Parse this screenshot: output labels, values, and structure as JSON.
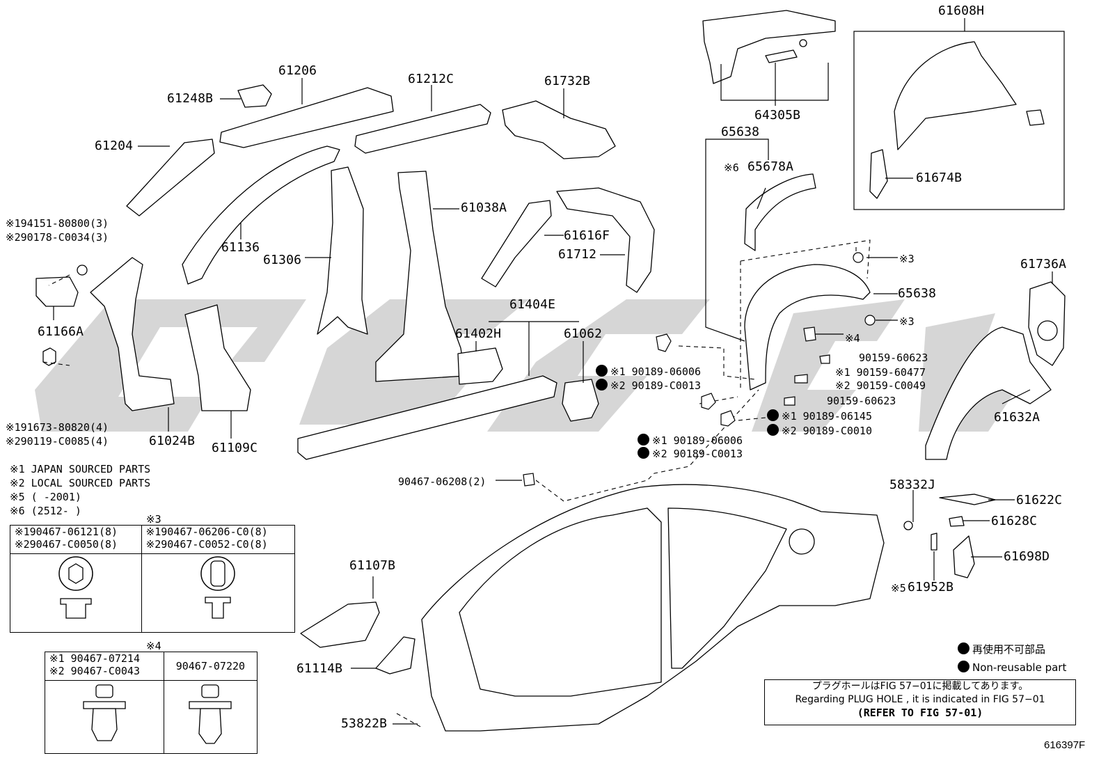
{
  "colors": {
    "line": "#000000",
    "watermark": "#cfcfcf",
    "background": "#ffffff"
  },
  "part_labels": {
    "p61206": "61206",
    "p61248B": "61248B",
    "p61212C": "61212C",
    "p61732B": "61732B",
    "p61204": "61204",
    "p61136": "61136",
    "p61306": "61306",
    "p61038A": "61038A",
    "p61616F": "61616F",
    "p61712": "61712",
    "p61166A": "61166A",
    "p61024B": "61024B",
    "p61109C": "61109C",
    "p61404E": "61404E",
    "p61402H": "61402H",
    "p61062": "61062",
    "p64305B": "64305B",
    "p65638_top": "65638",
    "p65678A": "65678A",
    "p65638": "65638",
    "p61608H": "61608H",
    "p61674B": "61674B",
    "p61736A": "61736A",
    "p61632A": "61632A",
    "p58332J": "58332J",
    "p61622C": "61622C",
    "p61628C": "61628C",
    "p61698D": "61698D",
    "p61952B": "61952B",
    "p61107B": "61107B",
    "p61114B": "61114B",
    "p53822B": "53822B"
  },
  "screw_notes": {
    "n1": "※194151-80800(3)",
    "n2": "※290178-C0034(3)",
    "n3": "※191673-80820(4)",
    "n4": "※290119-C0085(4)",
    "clip_bolt": "90467-06208(2)",
    "k65678A": "※6"
  },
  "fasteners": {
    "a1": "※1 90189-06006",
    "a2": "※2 90189-C0013",
    "b1": "※3",
    "b2": "※3",
    "b3": "※4",
    "c1": "90159-60623",
    "c2": "※1 90159-60477",
    "c3": "※2 90159-C0049",
    "c4": "90159-60623",
    "d1": "※1 90189-06145",
    "d2": "※2 90189-C0010",
    "e1": "※1 90189-06006",
    "e2": "※2 90189-C0013",
    "k61952B": "※5"
  },
  "notes": {
    "line1": "※1 JAPAN SOURCED PARTS",
    "line2": "※2 LOCAL SOURCED PARTS",
    "line3": "※5 (      -2001)",
    "line4": "※6 (2512-      )"
  },
  "table3": {
    "header": "※3",
    "left_1": "※190467-06121(8)",
    "left_2": "※290467-C0050(8)",
    "right_1": "※190467-06206-C0(8)",
    "right_2": "※290467-C0052-C0(8)"
  },
  "table4": {
    "header": "※4",
    "left_1": "※1 90467-07214",
    "left_2": "※2 90467-C0043",
    "right_1": "90467-07220"
  },
  "legend": {
    "jp": "再使用不可部品",
    "en": "Non-reusable part"
  },
  "refbox": {
    "jp": "プラグホールはFIG 57−01に掲載してあります。",
    "en": "Regarding  PLUG HOLE , it is indicated in FIG  57−01",
    "refer": "(REFER TO FIG 57-01)"
  },
  "figure_code": "616397F"
}
